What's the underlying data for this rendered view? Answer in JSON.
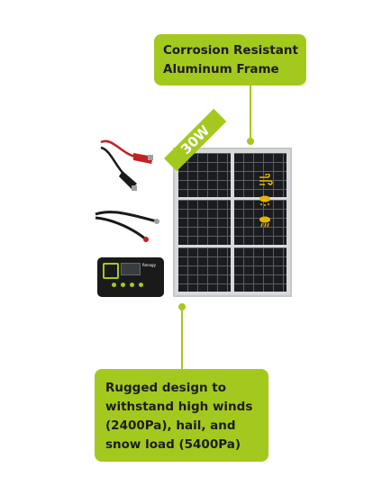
{
  "callouts": {
    "frame": [
      "Corrosion Resistant",
      "Aluminum Frame"
    ],
    "rugged": [
      "Rugged design to",
      "withstand high winds",
      "(2400Pa), hail, and",
      "snow load (5400Pa)"
    ]
  },
  "panel": {
    "wattage_label": "30W"
  },
  "controller": {
    "brand": "Renogy"
  },
  "colors": {
    "accent": "#a4c91e",
    "panel": "#1a1c20",
    "frame": "#d7d9db"
  },
  "icons": [
    "wind-icon",
    "snow-icon",
    "hail-icon"
  ]
}
